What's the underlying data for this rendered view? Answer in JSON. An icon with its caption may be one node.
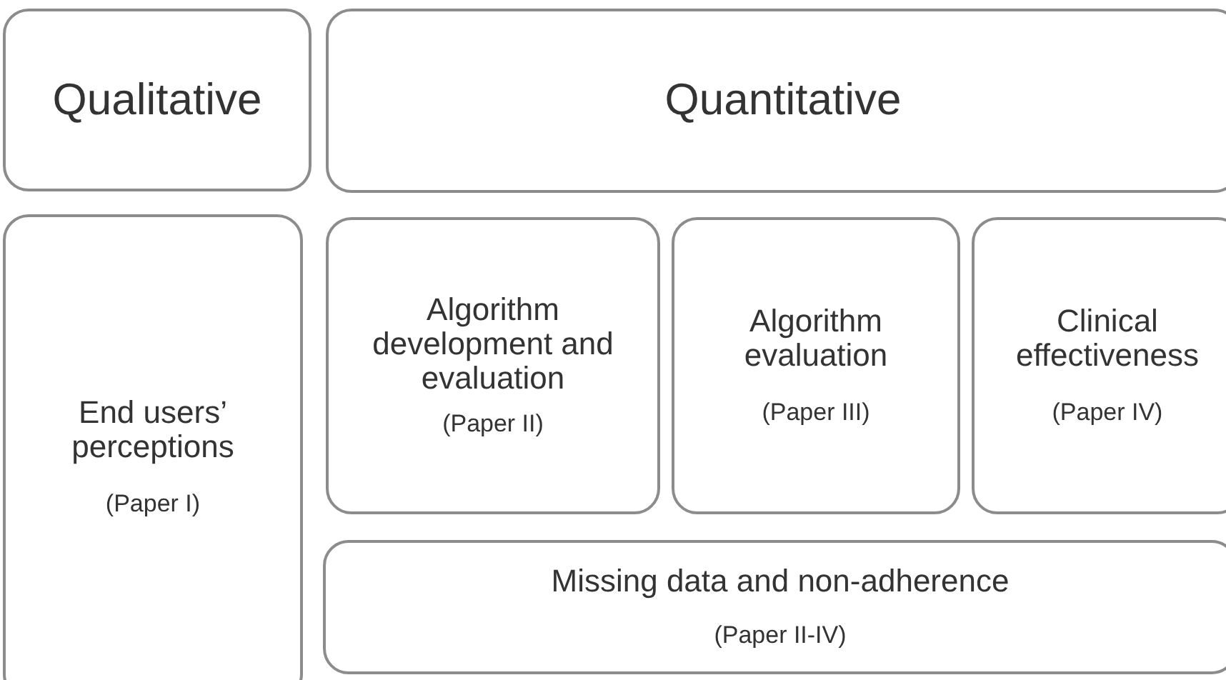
{
  "diagram": {
    "nodes": [
      {
        "text": [
          "Qualitative"
        ]
      },
      {
        "text": [
          "Quantitative"
        ]
      },
      {
        "text": [
          "End users’ perceptions",
          "(Paper I)"
        ]
      },
      {
        "text": [
          "Algorithm development and evaluation",
          "(Paper II)"
        ]
      },
      {
        "text": [
          "Algorithm evaluation",
          "(Paper III)"
        ]
      },
      {
        "text": [
          "Clinical effectiveness",
          "(Paper IV)"
        ]
      },
      {
        "text": [
          "Missing data and non-adherence",
          "(Paper II-IV)"
        ]
      }
    ]
  }
}
